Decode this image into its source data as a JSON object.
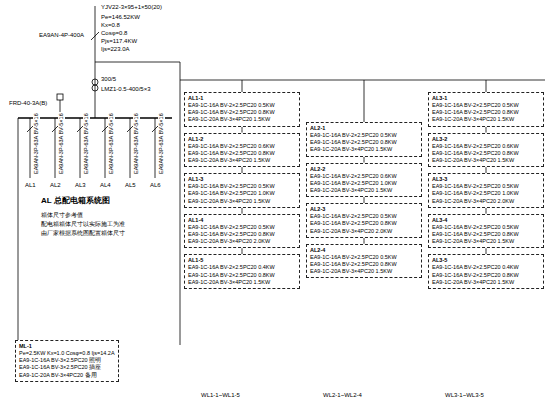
{
  "diagram": {
    "title": "AL 总配电箱系统图",
    "nodes": [
      {
        "text": [
          "AL1-1",
          "EA9-1C-16A BV-2×2.5PC20 0.5KW",
          "EA9-1C-16A BV-2×2.5PC20 0.8KW",
          "EA9-1C-20A BV-3×4PC20 1.5KW"
        ]
      },
      {
        "text": [
          "AL1-2",
          "EA9-1C-16A BV-2×2.5PC20 0.6KW",
          "EA9-1C-16A BV-2×2.5PC20 0.8KW",
          "EA9-1C-20A BV-3×4PC20 1.5KW"
        ]
      },
      {
        "text": [
          "AL1-3",
          "EA9-1C-16A BV-2×2.5PC20 0.5KW",
          "EA9-1C-16A BV-2×2.5PC20 1.0KW",
          "EA9-1C-20A BV-3×4PC20 1.5KW"
        ]
      },
      {
        "text": [
          "AL1-4",
          "EA9-1C-16A BV-2×2.5PC20 0.5KW",
          "EA9-1C-16A BV-2×2.5PC20 0.8KW",
          "EA9-1C-20A BV-3×4PC20 2.0KW"
        ]
      },
      {
        "text": [
          "AL1-5",
          "EA9-1C-16A BV-2×2.5PC20 0.4KW",
          "EA9-1C-16A BV-2×2.5PC20 0.8KW",
          "EA9-1C-20A BV-3×4PC20 1.5KW"
        ]
      },
      {
        "text": [
          "AL2-1",
          "EA9-1C-16A BV-2×2.5PC20 0.5KW",
          "EA9-1C-16A BV-2×2.5PC20 0.8KW",
          "EA9-1C-20A BV-3×4PC20 1.5KW"
        ]
      },
      {
        "text": [
          "AL2-2",
          "EA9-1C-16A BV-2×2.5PC20 0.6KW",
          "EA9-1C-16A BV-2×2.5PC20 1.0KW",
          "EA9-1C-20A BV-3×4PC20 1.5KW"
        ]
      },
      {
        "text": [
          "AL2-3",
          "EA9-1C-16A BV-2×2.5PC20 0.5KW",
          "EA9-1C-16A BV-2×2.5PC20 0.8KW",
          "EA9-1C-20A BV-3×4PC20 2.0KW"
        ]
      },
      {
        "text": [
          "AL2-4",
          "EA9-1C-16A BV-2×2.5PC20 0.5KW",
          "EA9-1C-16A BV-2×2.5PC20 0.8KW",
          "EA9-1C-20A BV-3×4PC20 1.5KW"
        ]
      },
      {
        "text": [
          "AL3-1",
          "EA9-1C-16A BV-2×2.5PC20 0.5KW",
          "EA9-1C-16A BV-2×2.5PC20 0.8KW",
          "EA9-1C-20A BV-3×4PC20 1.5KW"
        ]
      },
      {
        "text": [
          "AL3-2",
          "EA9-1C-16A BV-2×2.5PC20 0.6KW",
          "EA9-1C-16A BV-2×2.5PC20 0.8KW",
          "EA9-1C-20A BV-3×4PC20 1.5KW"
        ]
      },
      {
        "text": [
          "AL3-3",
          "EA9-1C-16A BV-2×2.5PC20 0.5KW",
          "EA9-1C-16A BV-2×2.5PC20 1.0KW",
          "EA9-1C-20A BV-3×4PC20 2.0KW"
        ]
      },
      {
        "text": [
          "AL3-4",
          "EA9-1C-16A BV-2×2.5PC20 0.5KW",
          "EA9-1C-16A BV-2×2.5PC20 0.8KW",
          "EA9-1C-20A BV-3×4PC20 1.5KW"
        ]
      },
      {
        "text": [
          "AL3-5",
          "EA9-1C-16A BV-2×2.5PC20 0.4KW",
          "EA9-1C-16A BV-2×2.5PC20 0.8KW",
          "EA9-1C-20A BV-3×4PC20 1.5KW"
        ]
      },
      {
        "text": [
          "ML-1",
          "Pe=2.5KW Kx=1.0 Cosφ=0.8 Ijs=14.2A",
          "EA9-1C-16A BV-3×2.5PC20 照明",
          "EA9-1C-16A BV-3×2.5PC20 插座",
          "EA9-1C-20A BV-3×4PC20 备用"
        ]
      }
    ],
    "edges": [
      {
        "from": 0,
        "to": 1,
        "arrow": "none"
      },
      {
        "from": 1,
        "to": 2,
        "arrow": "none"
      },
      {
        "from": 2,
        "to": 3,
        "arrow": "none"
      },
      {
        "from": 3,
        "to": 4,
        "arrow": "none"
      },
      {
        "from": 5,
        "to": 6,
        "arrow": "none"
      },
      {
        "from": 6,
        "to": 7,
        "arrow": "none"
      },
      {
        "from": 7,
        "to": 8,
        "arrow": "none"
      },
      {
        "from": 9,
        "to": 10,
        "arrow": "none"
      },
      {
        "from": 10,
        "to": 11,
        "arrow": "none"
      },
      {
        "from": 11,
        "to": 12,
        "arrow": "none"
      },
      {
        "from": 12,
        "to": 13,
        "arrow": "none"
      }
    ],
    "labels": [
      "YJV22-3×95+1×50(20)",
      "Pe=146.52KW",
      "Kx=0.8",
      "Cosφ=0.8",
      "Pjs=117.4KW",
      "Ijs=223.0A",
      "EA9AN-4P-400A",
      "300/5",
      "LMZ1-0.5-400/5×3",
      "FRD-40-3A(B)",
      "AL1",
      "AL2",
      "AL3",
      "AL4",
      "AL5",
      "AL6",
      "EA9AN-3P-63A BV-5×16",
      "EA9AN-3P-63A BV-5×16",
      "EA9AN-3P-63A BV-5×16",
      "EA9AN-3P-63A BV-5×16",
      "EA9AN-3P-63A BV-5×16",
      "EA9AN-3P-63A BV-5×16",
      "箱体尺寸参考值",
      "配电箱箱体尺寸以实际施工为准",
      "由厂家根据系统图配置箱体尺寸",
      "WL1-1~WL1-5",
      "WL2-1~WL2-4",
      "WL3-1~WL3-5"
    ]
  }
}
